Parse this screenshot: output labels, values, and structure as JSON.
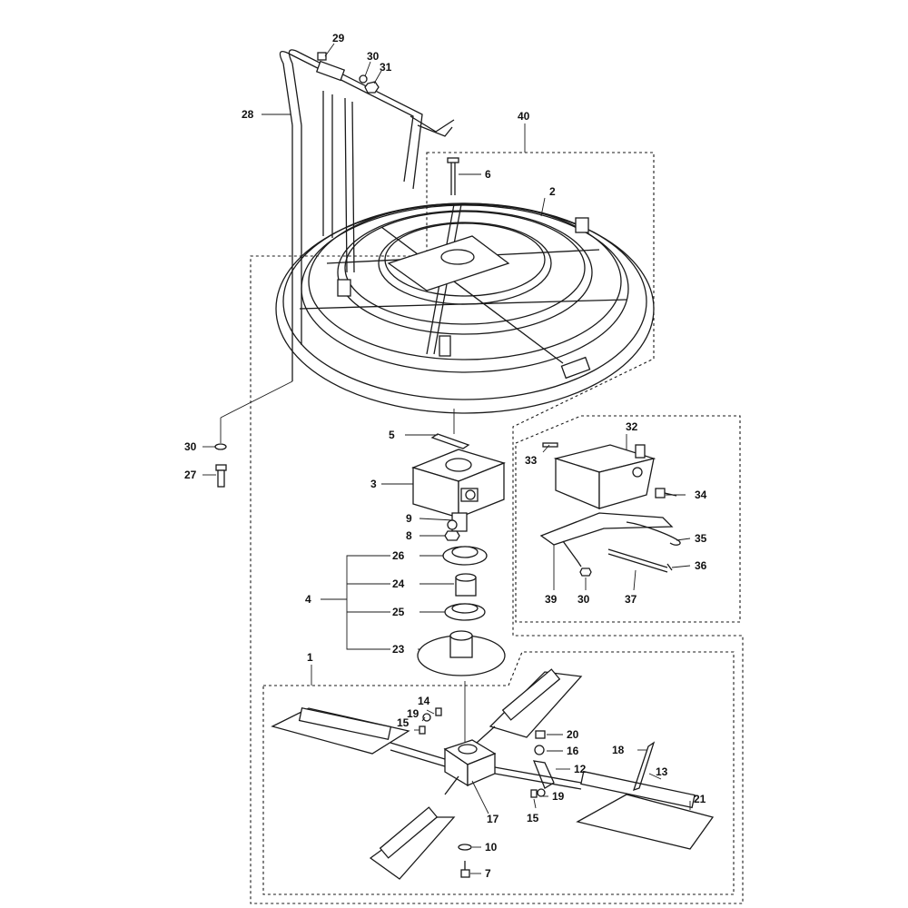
{
  "diagram": {
    "callouts": [
      {
        "id": "c1",
        "text": "1"
      },
      {
        "id": "c2",
        "text": "2"
      },
      {
        "id": "c3",
        "text": "3"
      },
      {
        "id": "c4",
        "text": "4"
      },
      {
        "id": "c5",
        "text": "5"
      },
      {
        "id": "c6",
        "text": "6"
      },
      {
        "id": "c7",
        "text": "7"
      },
      {
        "id": "c8",
        "text": "8"
      },
      {
        "id": "c9",
        "text": "9"
      },
      {
        "id": "c10",
        "text": "10"
      },
      {
        "id": "c12",
        "text": "12"
      },
      {
        "id": "c13",
        "text": "13"
      },
      {
        "id": "c14",
        "text": "14"
      },
      {
        "id": "c15a",
        "text": "15"
      },
      {
        "id": "c15b",
        "text": "15"
      },
      {
        "id": "c16",
        "text": "16"
      },
      {
        "id": "c17",
        "text": "17"
      },
      {
        "id": "c18",
        "text": "18"
      },
      {
        "id": "c19a",
        "text": "19"
      },
      {
        "id": "c19b",
        "text": "19"
      },
      {
        "id": "c20",
        "text": "20"
      },
      {
        "id": "c21",
        "text": "21"
      },
      {
        "id": "c23",
        "text": "23"
      },
      {
        "id": "c24",
        "text": "24"
      },
      {
        "id": "c25",
        "text": "25"
      },
      {
        "id": "c26",
        "text": "26"
      },
      {
        "id": "c27",
        "text": "27"
      },
      {
        "id": "c28",
        "text": "28"
      },
      {
        "id": "c29",
        "text": "29"
      },
      {
        "id": "c30a",
        "text": "30"
      },
      {
        "id": "c30b",
        "text": "30"
      },
      {
        "id": "c30c",
        "text": "30"
      },
      {
        "id": "c31",
        "text": "31"
      },
      {
        "id": "c32",
        "text": "32"
      },
      {
        "id": "c33",
        "text": "33"
      },
      {
        "id": "c34",
        "text": "34"
      },
      {
        "id": "c35",
        "text": "35"
      },
      {
        "id": "c36",
        "text": "36"
      },
      {
        "id": "c37",
        "text": "37"
      },
      {
        "id": "c39",
        "text": "39"
      },
      {
        "id": "c40",
        "text": "40"
      }
    ]
  }
}
